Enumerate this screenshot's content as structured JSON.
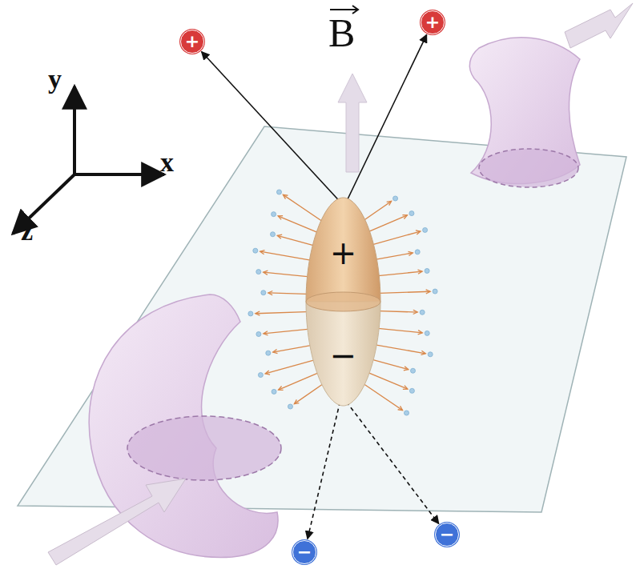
{
  "diagram": {
    "nodes": [
      {
        "text": [
          "+"
        ]
      },
      {
        "text": [
          "+"
        ]
      },
      {
        "text": [
          "+",
          "−"
        ]
      },
      {
        "text": [
          "−"
        ]
      },
      {
        "text": [
          "−"
        ]
      }
    ],
    "edges": [
      {
        "from": 2,
        "to": 0,
        "arrow": "to"
      },
      {
        "from": 2,
        "to": 1,
        "arrow": "to"
      },
      {
        "from": 2,
        "to": 3,
        "arrow": "to"
      },
      {
        "from": 2,
        "to": 4,
        "arrow": "to"
      }
    ],
    "labels": [
      "y",
      "x",
      "z",
      "B"
    ]
  }
}
